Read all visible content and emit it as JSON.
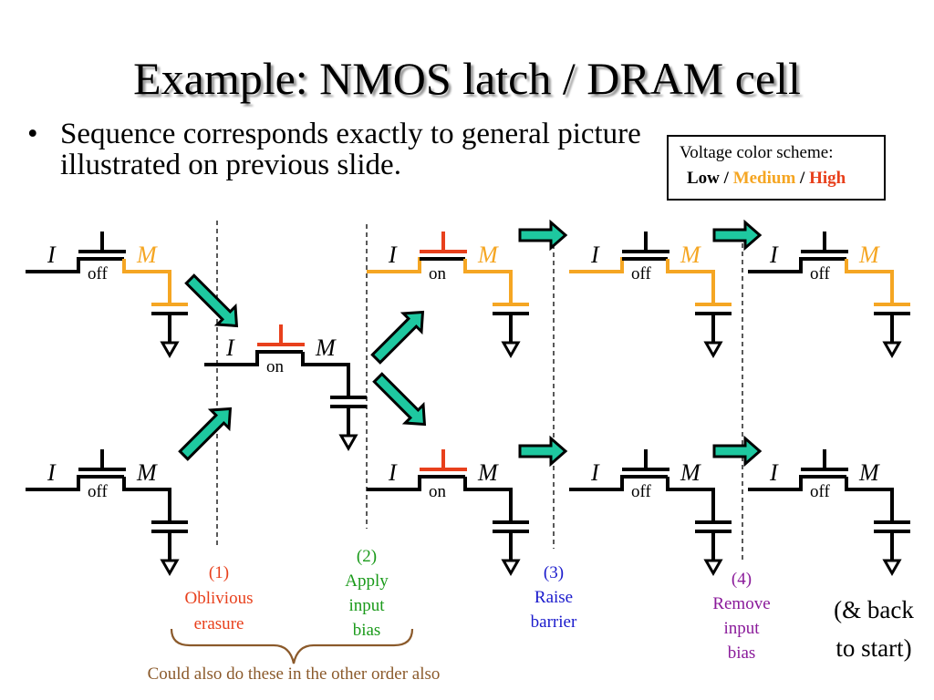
{
  "title": "Example: NMOS latch / DRAM cell",
  "bullet": {
    "symbol": "•",
    "text": "Sequence corresponds exactly to general picture illustrated on previous slide."
  },
  "legend": {
    "heading": "Voltage color scheme:",
    "low": "Low",
    "medium": "Medium",
    "high": "High",
    "separator": "/",
    "colors": {
      "low": "#000000",
      "medium": "#f5a623",
      "high": "#e8401c"
    }
  },
  "terminals": {
    "input": "I",
    "memory": "M"
  },
  "gate_states": {
    "off": "off",
    "on": "on"
  },
  "steps": [
    {
      "number": "(1)",
      "lines": [
        "Oblivious",
        "erasure"
      ],
      "color": "#e8401c"
    },
    {
      "number": "(2)",
      "lines": [
        "Apply",
        "input",
        "bias"
      ],
      "color": "#1a9a1a"
    },
    {
      "number": "(3)",
      "lines": [
        "Raise",
        "barrier"
      ],
      "color": "#1a1acc"
    },
    {
      "number": "(4)",
      "lines": [
        "Remove",
        "input",
        "bias"
      ],
      "color": "#8a1a9a"
    }
  ],
  "back_to_start": [
    "(& back",
    "to start)"
  ],
  "brace_note": "Could also do these in the other order also",
  "colors": {
    "arrow_fill": "#1ec8a0",
    "brace": "#8b5a2b",
    "wire": "#000000"
  }
}
